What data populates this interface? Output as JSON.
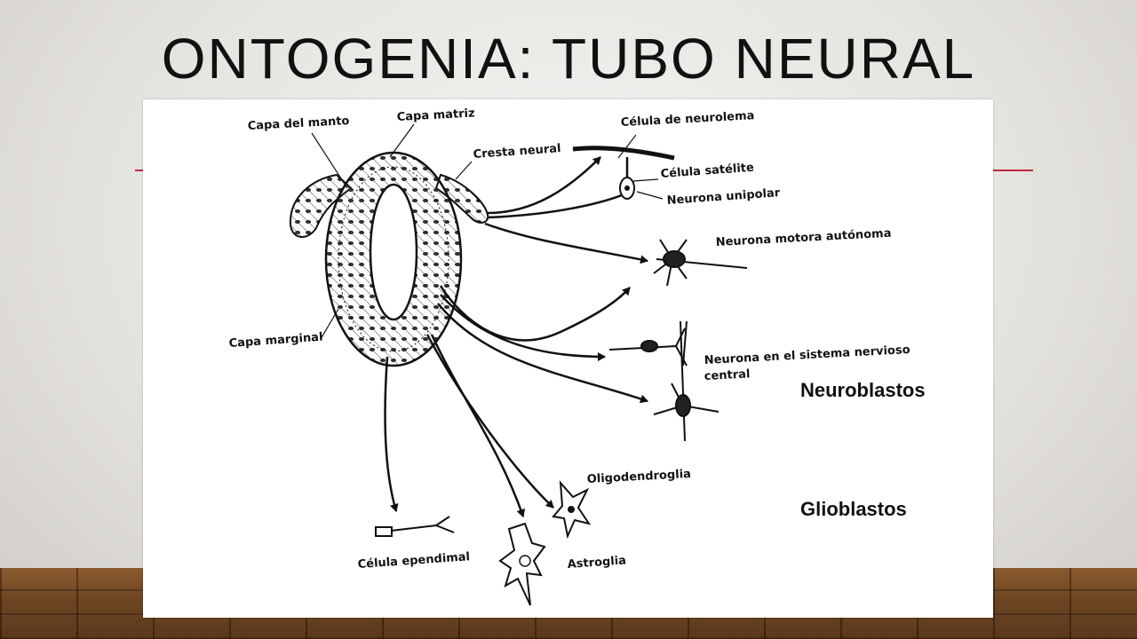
{
  "slide": {
    "title": "ONTOGENIA: TUBO NEURAL",
    "accent_color": "#c0283a"
  },
  "diagram": {
    "labels": {
      "capa_manto": "Capa del manto",
      "capa_matriz": "Capa matriz",
      "cresta_neural": "Cresta neural",
      "celula_neurolema": "Célula de neurolema",
      "celula_satelite": "Célula satélite",
      "neurona_unipolar": "Neurona unipolar",
      "neurona_motora": "Neurona motora autónoma",
      "neurona_snc_1": "Neurona en el sistema nervioso",
      "neurona_snc_2": "central",
      "capa_marginal": "Capa marginal",
      "oligodendroglia": "Oligodendroglia",
      "astroglia": "Astroglia",
      "celula_ependimal": "Célula ependimal"
    },
    "categories": {
      "neuroblastos": "Neuroblastos",
      "glioblastos": "Glioblastos"
    }
  }
}
